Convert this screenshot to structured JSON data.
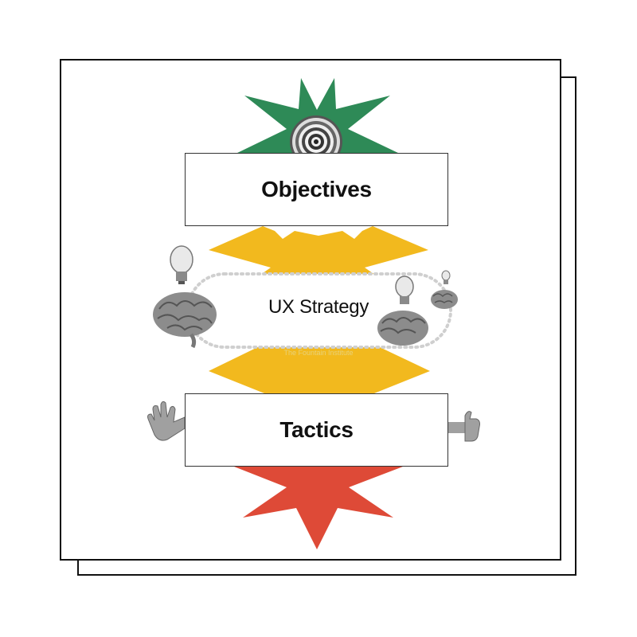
{
  "diagram": {
    "levels": [
      {
        "label": "Objectives",
        "color": "#2e8a57",
        "icon": "target-icon"
      },
      {
        "label": "UX Strategy",
        "color": "#f2b91e",
        "icon": "brain-icon"
      },
      {
        "label": "Tactics",
        "color": "#de4a37",
        "icon": "hand-icon"
      }
    ],
    "credit": "The Fountain Institute"
  },
  "colors": {
    "green": "#2e8a57",
    "yellow": "#f2b91e",
    "red": "#de4a37",
    "border": "#111111"
  }
}
